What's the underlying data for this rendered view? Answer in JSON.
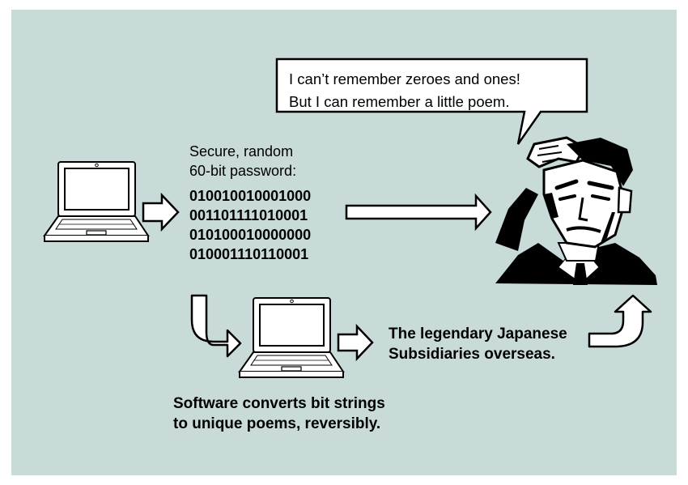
{
  "speech_bubble": {
    "line1": "I can’t remember zeroes and ones!",
    "line2": "But I can remember a little poem."
  },
  "password": {
    "label_line1": "Secure, random",
    "label_line2": "60-bit password:",
    "bits": [
      "010010010001000",
      "001101111010001",
      "010100010000000",
      "010001110110001"
    ]
  },
  "poem": {
    "line1": "The legendary Japanese",
    "line2": "Subsidiaries overseas."
  },
  "caption": {
    "line1": "Software converts bit strings",
    "line2": "to unique poems, reversibly."
  },
  "icons": [
    "laptop-icon",
    "arrow-icon",
    "man-scratching-head-image"
  ],
  "colors": {
    "background": "#c8dbd9",
    "line": "#000000",
    "fill": "#ffffff"
  }
}
